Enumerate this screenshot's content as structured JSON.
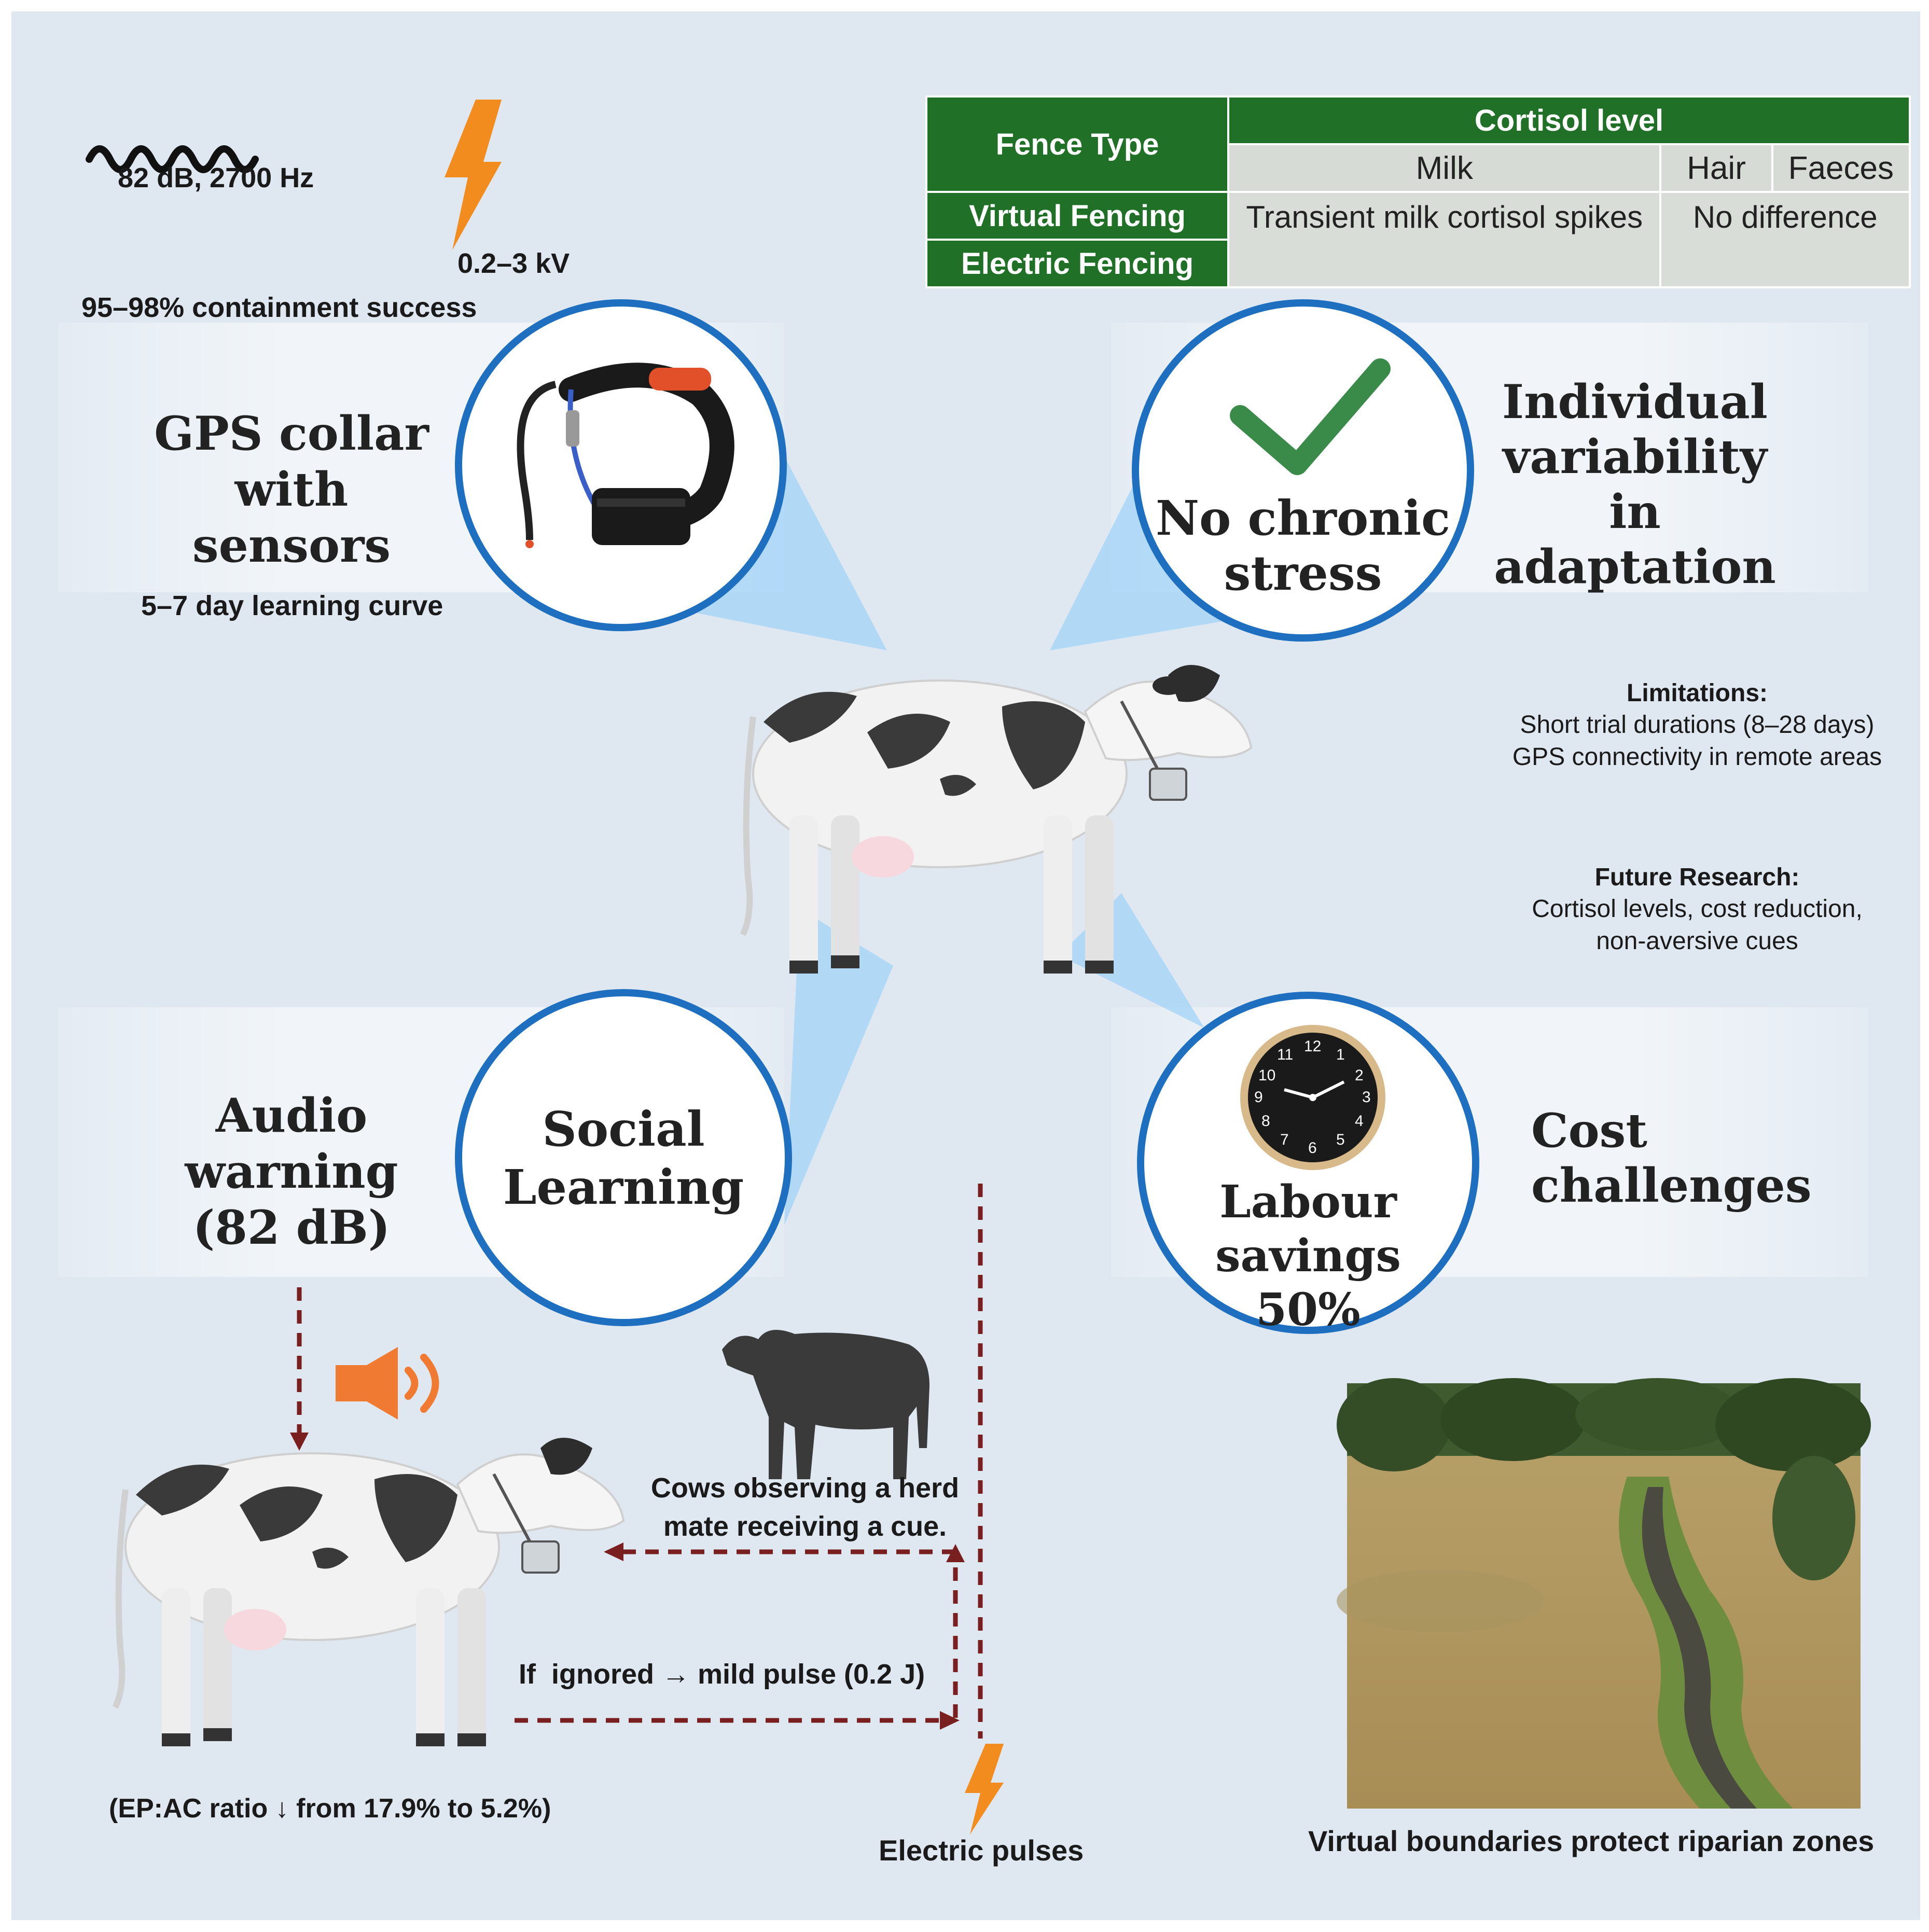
{
  "sound_spec": "82 dB, 2700 Hz",
  "voltage": "0.2–3 kV",
  "containment": "95–98% containment success",
  "learning_curve": "5–7 day learning curve",
  "table": {
    "fence_type_header": "Fence Type",
    "cortisol_header": "Cortisol level",
    "milk": "Milk",
    "hair": "Hair",
    "faeces": "Faeces",
    "virtual": "Virtual Fencing",
    "electric": "Electric Fencing",
    "milk_result": "Transient milk cortisol spikes",
    "hair_faeces_result": "No difference"
  },
  "gps_collar": [
    "GPS collar with",
    "sensors"
  ],
  "no_chronic_stress": [
    "No chronic",
    "stress"
  ],
  "individual_variability": [
    "Individual",
    "variability in",
    "adaptation"
  ],
  "limitations": {
    "title": "Limitations:",
    "lines": [
      "Short trial durations (8–28 days)",
      "GPS connectivity in remote areas"
    ]
  },
  "future_research": {
    "title": "Future Research:",
    "lines": [
      "Cortisol levels, cost reduction,",
      "non-aversive cues"
    ]
  },
  "audio_warning": [
    "Audio warning",
    "(82 dB)"
  ],
  "social_learning": [
    "Social",
    "Learning"
  ],
  "labour_savings": [
    "Labour savings",
    "50%"
  ],
  "cost_challenges": "Cost challenges",
  "observing": [
    "Cows observing a herd",
    "mate receiving a cue."
  ],
  "if_ignored": "If  ignored → mild pulse (0.2 J)",
  "ep_ratio": "(EP:AC ratio ↓ from 17.9% to 5.2%)",
  "electric_pulses": "Electric pulses",
  "riparian": "Virtual boundaries protect riparian zones",
  "clock_numbers": [
    "12",
    "1",
    "2",
    "3",
    "4",
    "5",
    "6",
    "7",
    "8",
    "9",
    "10",
    "11"
  ],
  "colors": {
    "background": "#dfe8f1",
    "circle_border": "#1e6fc0",
    "table_green": "#207028",
    "check_green": "#3a8a4a",
    "arrow_red": "#7a1f1f",
    "bolt_orange": "#f28c1e",
    "speaker_orange": "#f07a32",
    "beam_blue": "#a9d6f7"
  },
  "icons": [
    "sound-wave-icon",
    "lightning-bolt-icon",
    "gps-collar-icon",
    "check-icon",
    "clock-icon",
    "speaker-icon",
    "cow-illustration",
    "cow-silhouette",
    "riparian-landscape-photo"
  ]
}
